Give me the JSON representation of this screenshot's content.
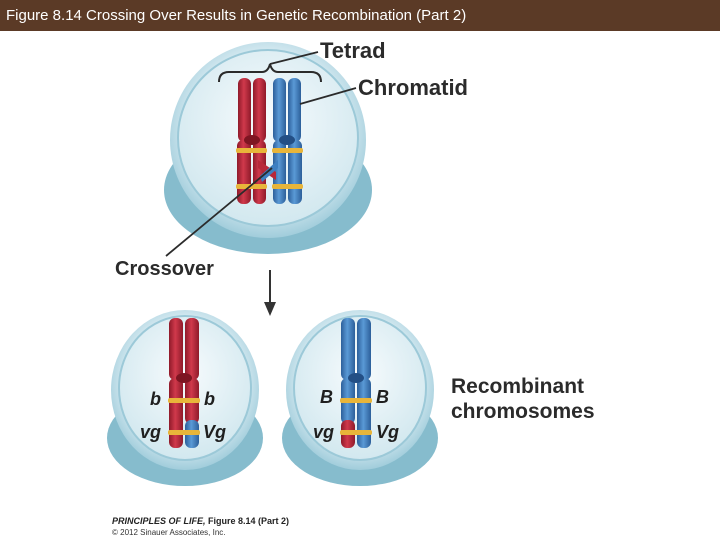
{
  "header": {
    "title": "Figure 8.14  Crossing Over Results in Genetic Recombination (Part 2)"
  },
  "labels": {
    "tetrad": "Tetrad",
    "chromatid": "Chromatid",
    "crossover": "Crossover",
    "recombinant_line1": "Recombinant",
    "recombinant_line2": "chromosomes"
  },
  "alleles": {
    "left_cell": {
      "top_left": "b",
      "top_right": "b",
      "bottom_left": "vg",
      "bottom_right": "Vg"
    },
    "right_cell": {
      "top_left": "B",
      "top_right": "B",
      "bottom_left": "vg",
      "bottom_right": "Vg"
    }
  },
  "footer": {
    "credit_italic": "PRINCIPLES OF LIFE,",
    "credit_plain": " Figure 8.14 (Part 2)",
    "copyright": "© 2012 Sinauer Associates, Inc."
  },
  "colors": {
    "header_bg": "#5b3a26",
    "cell_outer": "#a9d3df",
    "cell_inner": "#e3f1f5",
    "maternal_red": "#b8283a",
    "paternal_blue": "#3d7fc1",
    "band_yellow": "#e8b53a"
  }
}
